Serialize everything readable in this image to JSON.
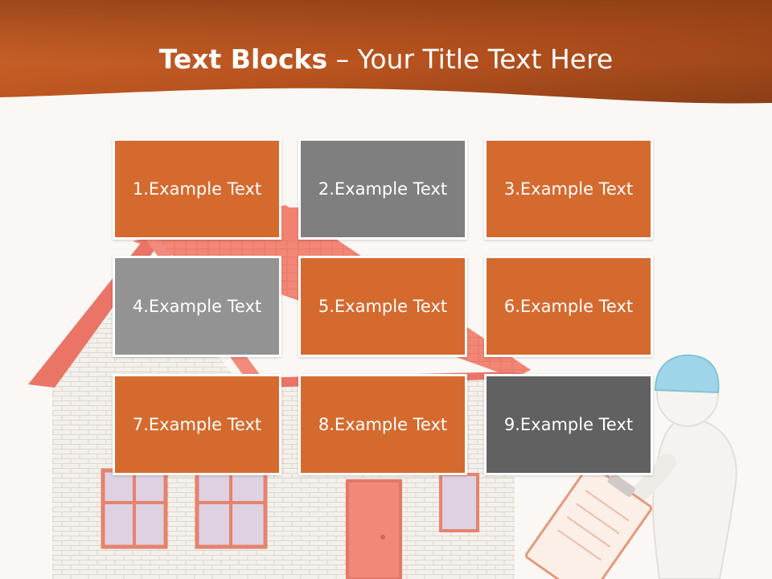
{
  "title": {
    "bold": "Text Blocks",
    "dash": " – ",
    "rest": "Your Title Text Here"
  },
  "colors": {
    "orange": "#d56a2e",
    "gray_medium": "#7f7f7f",
    "gray_light": "#939393",
    "gray_dark": "#616161",
    "header_dark": "#8a3e16",
    "header_light": "#d06225",
    "background": "#fbf7f4"
  },
  "blocks": [
    {
      "label": "1.Example Text",
      "color": "#d56a2e"
    },
    {
      "label": "2.Example Text",
      "color": "#7f7f7f"
    },
    {
      "label": "3.Example Text",
      "color": "#d56a2e"
    },
    {
      "label": "4.Example Text",
      "color": "#939393"
    },
    {
      "label": "5.Example Text",
      "color": "#d56a2e"
    },
    {
      "label": "6.Example Text",
      "color": "#d56a2e"
    },
    {
      "label": "7.Example Text",
      "color": "#d56a2e"
    },
    {
      "label": "8.Example Text",
      "color": "#d56a2e"
    },
    {
      "label": "9.Example Text",
      "color": "#616161"
    }
  ],
  "illustration": {
    "icons": [
      "house-illustration",
      "worker-figure-illustration",
      "hard-hat-icon",
      "clipboard-icon"
    ]
  }
}
